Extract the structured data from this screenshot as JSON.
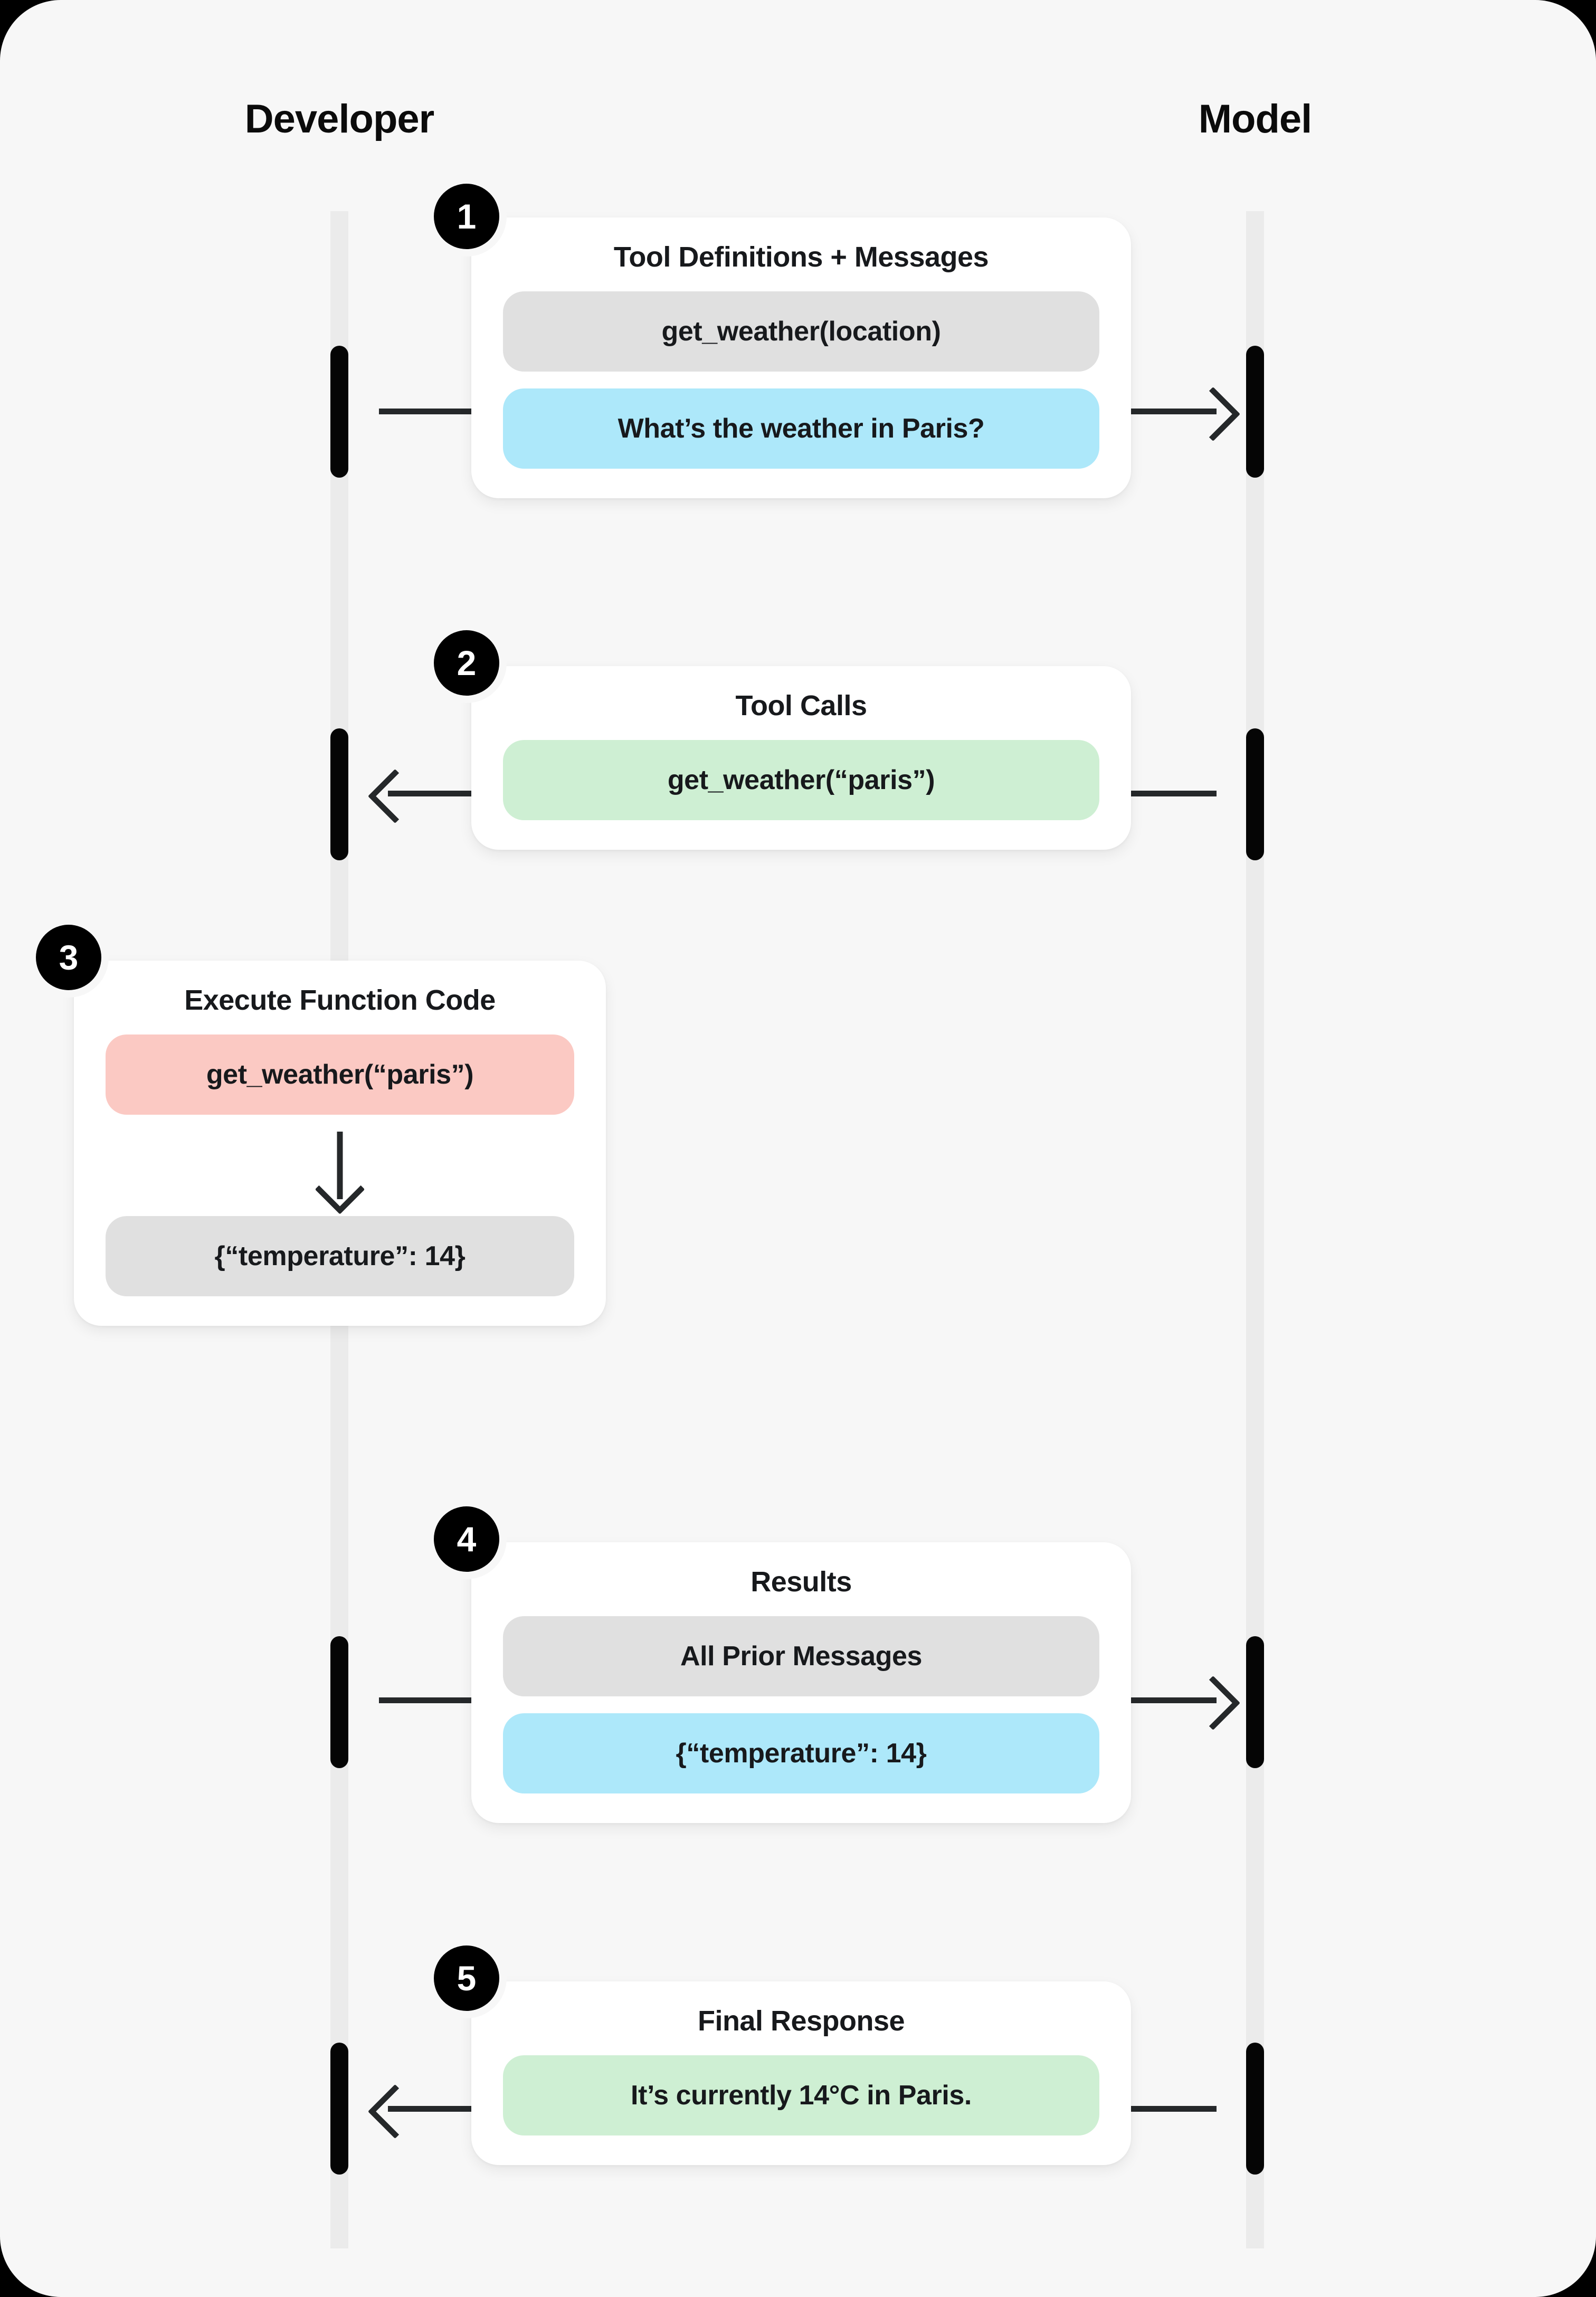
{
  "columns": {
    "left_label": "Developer",
    "right_label": "Model"
  },
  "colors": {
    "canvas": "#f7f7f7",
    "frame": "#000000",
    "lifeline": "#ebebeb",
    "activation": "#050505",
    "connector": "#25282a",
    "badge": "#000000",
    "pill_grey": "#e0e0e0",
    "pill_blue": "#ade8fa",
    "pill_green": "#ceefd3",
    "pill_pink": "#fbc9c3",
    "card": "#ffffff"
  },
  "steps": [
    {
      "number": "1",
      "title": "Tool Definitions + Messages",
      "direction": "right",
      "pills": [
        {
          "text": "get_weather(location)",
          "color": "grey"
        },
        {
          "text": "What’s the weather in Paris?",
          "color": "blue"
        }
      ]
    },
    {
      "number": "2",
      "title": "Tool Calls",
      "direction": "left",
      "pills": [
        {
          "text": "get_weather(“paris”)",
          "color": "green"
        }
      ]
    },
    {
      "number": "3",
      "title": "Execute Function Code",
      "direction": "down",
      "pills": [
        {
          "text": "get_weather(“paris”)",
          "color": "pink"
        },
        {
          "text": "{“temperature”: 14}",
          "color": "grey"
        }
      ]
    },
    {
      "number": "4",
      "title": "Results",
      "direction": "right",
      "pills": [
        {
          "text": "All Prior Messages",
          "color": "grey"
        },
        {
          "text": "{“temperature”: 14}",
          "color": "blue"
        }
      ]
    },
    {
      "number": "5",
      "title": "Final Response",
      "direction": "left",
      "pills": [
        {
          "text": "It’s currently 14°C in Paris.",
          "color": "green"
        }
      ]
    }
  ]
}
